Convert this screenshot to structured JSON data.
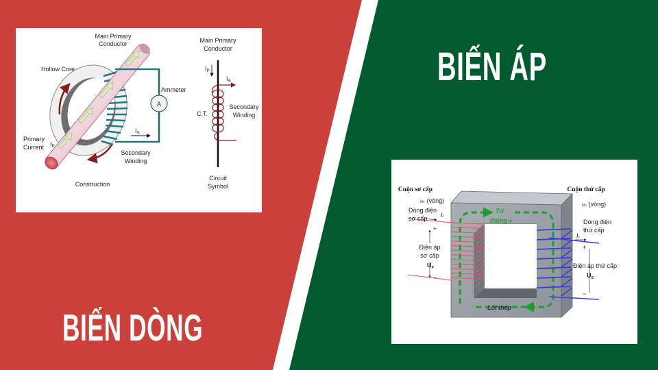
{
  "colors": {
    "left_bg": "#cc403b",
    "right_bg": "#025b2e",
    "divider": "#ffffff",
    "title_text": "#ffffff"
  },
  "titles": {
    "transformer": "BIẾN ÁP",
    "current_transformer": "BIẾN DÒNG"
  },
  "ct_diagram": {
    "labels": {
      "main_primary_1": "Main Primary",
      "main_primary_2": "Conductor",
      "hollow_core": "Hollow Core",
      "ammeter": "Ammeter",
      "ammeter_symbol": "A",
      "primary_current_1": "Primary",
      "primary_current_2": "Current",
      "ip": "I",
      "ip_sub": "P",
      "is": "I",
      "is_sub": "S",
      "secondary_winding_1": "Secondary",
      "secondary_winding_2": "Winding",
      "construction": "Construction",
      "sym_main_primary_1": "Main Primary",
      "sym_main_primary_2": "Conductor",
      "sym_ip": "I",
      "sym_ip_sub": "P",
      "sym_is": "I",
      "sym_is_sub": "S",
      "ct": "C.T.",
      "sym_secondary_1": "Secondary",
      "sym_secondary_2": "Winding",
      "circuit_1": "Circuit",
      "circuit_2": "Symbol"
    }
  },
  "tf_diagram": {
    "labels": {
      "primary_coil": "Cuộn sơ cấp",
      "np": "N",
      "np_sub": "P",
      "np_turns": "(vòng)",
      "primary_current_1": "Dòng điện",
      "primary_current_2": "sơ cấp",
      "ip": "I",
      "ip_sub": "P",
      "plus": "+",
      "minus": "−",
      "primary_voltage_1": "Điện áp",
      "primary_voltage_2": "sơ cấp",
      "up": "U",
      "up_sub": "P",
      "flux_1": "Từ",
      "flux_2": "thông",
      "flux_symbol": "Φ",
      "core": "Lõi thép",
      "secondary_coil": "Cuộn thứ cấp",
      "ns": "N",
      "ns_sub": "S",
      "ns_turns": "(vòng)",
      "secondary_current_1": "Dòng điện",
      "secondary_current_2": "thứ cấp",
      "is": "I",
      "is_sub": "S",
      "secondary_voltage": "Điện áp thứ cấp",
      "us": "U",
      "us_sub": "S"
    }
  }
}
